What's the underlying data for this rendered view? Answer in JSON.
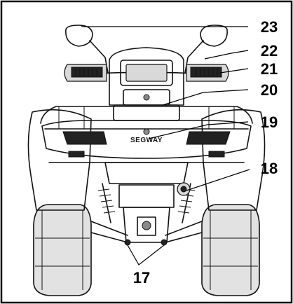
{
  "callouts": {
    "c23": "23",
    "c22": "22",
    "c21": "21",
    "c20": "20",
    "c19": "19",
    "c18": "18",
    "c17": "17"
  },
  "vehicle": {
    "brand_text": "SEGWAY"
  },
  "colors": {
    "line": "#111111",
    "tire_fill": "#e2e2e2",
    "frame_border": "#000000",
    "background": "#ffffff"
  }
}
